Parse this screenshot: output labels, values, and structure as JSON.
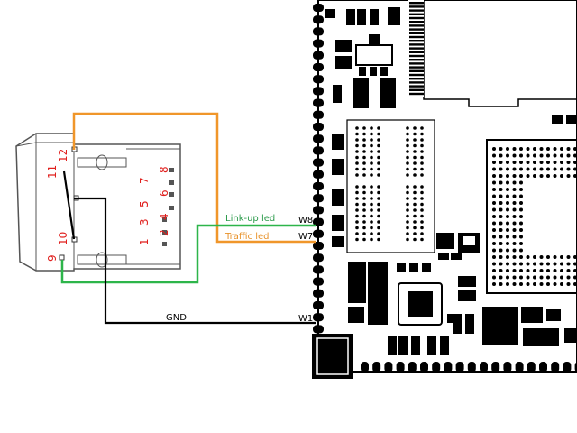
{
  "colors": {
    "orange_wire": "#f0962a",
    "green_wire": "#2db54a",
    "black_wire": "#000000",
    "pin_numbers": "#e0201e",
    "link_label": "#2a9a4a",
    "traffic_label": "#e8922a"
  },
  "connector": {
    "pins_top_row": [
      "12",
      "7",
      "6",
      "5",
      "4",
      "3",
      "2",
      "1"
    ],
    "pin_labels": {
      "p12": "12",
      "p11": "11",
      "p10": "10",
      "p9": "9",
      "p8": "8",
      "p7": "7",
      "p6": "6",
      "p5": "5",
      "p4": "4",
      "p3": "3",
      "p2": "2",
      "p1": "1"
    }
  },
  "wires": {
    "link_up": {
      "label": "Link-up led",
      "pad": "W8"
    },
    "traffic": {
      "label": "Traffic led",
      "pad": "W7"
    },
    "ground": {
      "label": "GND",
      "pad": "W1"
    }
  }
}
